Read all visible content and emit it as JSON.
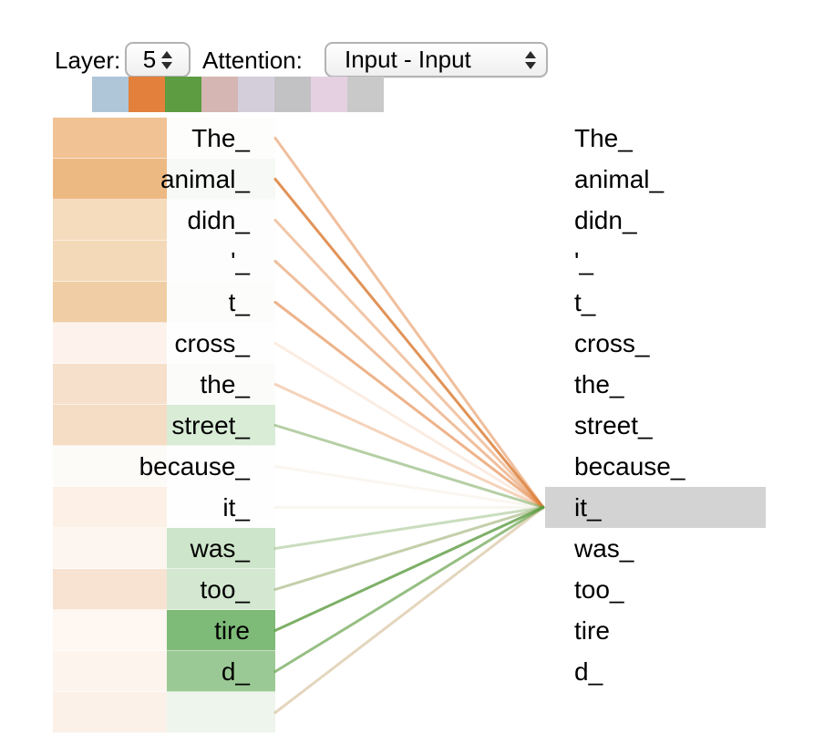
{
  "controls": {
    "layer_label": "Layer:",
    "layer_value": "5",
    "attention_label": "Attention:",
    "attention_value": "Input - Input"
  },
  "colors": {
    "orange_head": "#e2803c",
    "green_head": "#5d9c41",
    "selection_highlight": "#d3d3d3",
    "text": "#000000"
  },
  "head_palette": [
    {
      "color": "#aec6d8",
      "selected": false
    },
    {
      "color": "#e2803c",
      "selected": true
    },
    {
      "color": "#5d9c41",
      "selected": true
    },
    {
      "color": "#d5b6b2",
      "selected": false
    },
    {
      "color": "#d4cedb",
      "selected": false
    },
    {
      "color": "#c2c1c4",
      "selected": false
    },
    {
      "color": "#e5d0e2",
      "selected": false
    },
    {
      "color": "#c9c9c9",
      "selected": false
    }
  ],
  "selected_token": {
    "text": "it_",
    "index": 9,
    "side": "right"
  },
  "tokens": [
    {
      "text": "The_",
      "strip_bg": "#f0c294",
      "cell_bg": "#fdfdfc",
      "orange_weight": 0.5,
      "green_weight": 0.0
    },
    {
      "text": "animal_",
      "strip_bg": "#edb983",
      "cell_bg": "#f6f9f5",
      "orange_weight": 0.85,
      "green_weight": 0.04
    },
    {
      "text": "didn_",
      "strip_bg": "#f5dcbd",
      "cell_bg": "#fdfdfd",
      "orange_weight": 0.45,
      "green_weight": 0.0
    },
    {
      "text": "'_",
      "strip_bg": "#f4d9b9",
      "cell_bg": "#fcfdfc",
      "orange_weight": 0.5,
      "green_weight": 0.0
    },
    {
      "text": "t_",
      "strip_bg": "#f0cda4",
      "cell_bg": "#fcfcfb",
      "orange_weight": 0.6,
      "green_weight": 0.0
    },
    {
      "text": "cross_",
      "strip_bg": "#fdf3ec",
      "cell_bg": "#fefefe",
      "orange_weight": 0.15,
      "green_weight": 0.0
    },
    {
      "text": "the_",
      "strip_bg": "#f6e0cb",
      "cell_bg": "#fbfcfa",
      "orange_weight": 0.35,
      "green_weight": 0.0
    },
    {
      "text": "street_",
      "strip_bg": "#f5dcc5",
      "cell_bg": "#d8ecd6",
      "orange_weight": 0.04,
      "green_weight": 0.45
    },
    {
      "text": "because_",
      "strip_bg": "#fdfbf8",
      "cell_bg": "#fefefe",
      "orange_weight": 0.06,
      "green_weight": 0.02
    },
    {
      "text": "it_",
      "strip_bg": "#fcf0e7",
      "cell_bg": "#fefefe",
      "orange_weight": 0.05,
      "green_weight": 0.03
    },
    {
      "text": "was_",
      "strip_bg": "#fdf5ef",
      "cell_bg": "#cde5ca",
      "orange_weight": 0.02,
      "green_weight": 0.32
    },
    {
      "text": "too_",
      "strip_bg": "#f8e2d1",
      "cell_bg": "#d4e8d1",
      "orange_weight": 0.15,
      "green_weight": 0.35
    },
    {
      "text": "tire",
      "strip_bg": "#fef7f2",
      "cell_bg": "#7eba78",
      "orange_weight": 0.0,
      "green_weight": 0.8
    },
    {
      "text": "d_",
      "strip_bg": "#fdf4ee",
      "cell_bg": "#9bc995",
      "orange_weight": 0.0,
      "green_weight": 0.65
    },
    {
      "text": "",
      "strip_bg": "#fcf1e9",
      "cell_bg": "#eef5ec",
      "orange_weight": 0.25,
      "green_weight": 0.12
    }
  ]
}
